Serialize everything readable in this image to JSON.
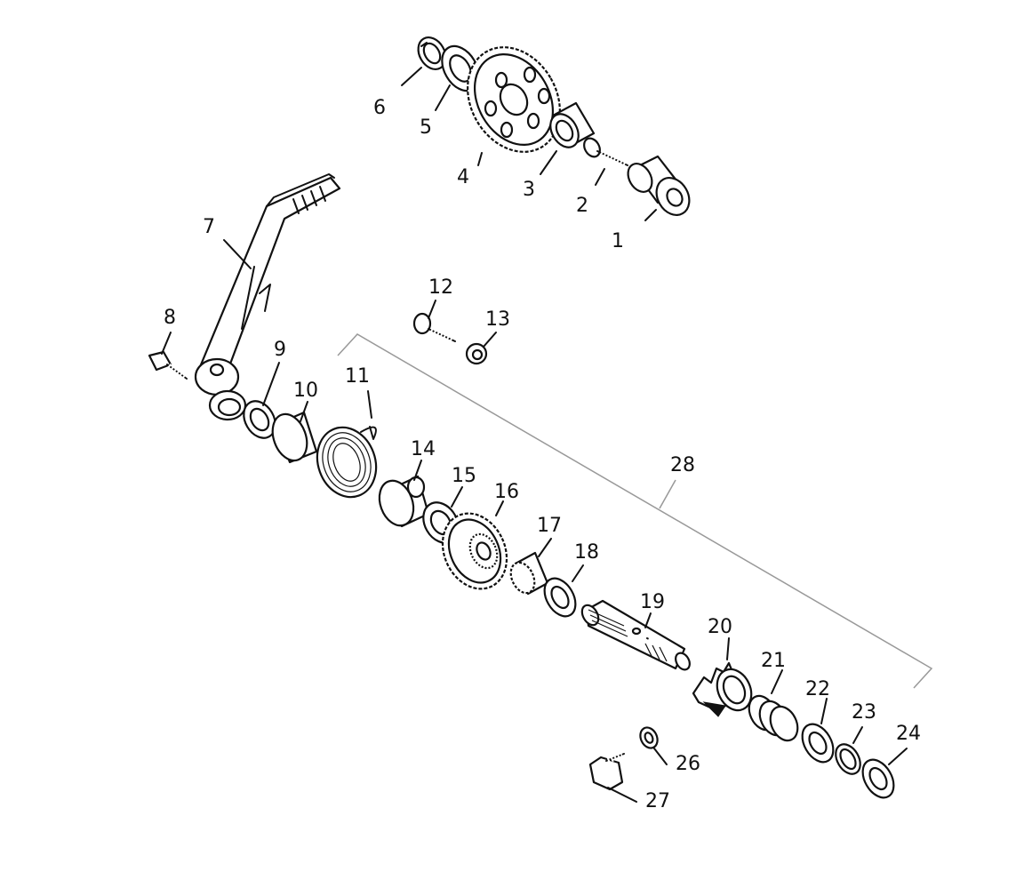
{
  "diagram": {
    "type": "exploded-parts-view",
    "callouts": [
      "1",
      "2",
      "3",
      "4",
      "5",
      "6",
      "7",
      "8",
      "9",
      "10",
      "11",
      "12",
      "13",
      "14",
      "15",
      "16",
      "17",
      "18",
      "19",
      "20",
      "21",
      "22",
      "23",
      "24",
      "26",
      "27",
      "28"
    ]
  }
}
